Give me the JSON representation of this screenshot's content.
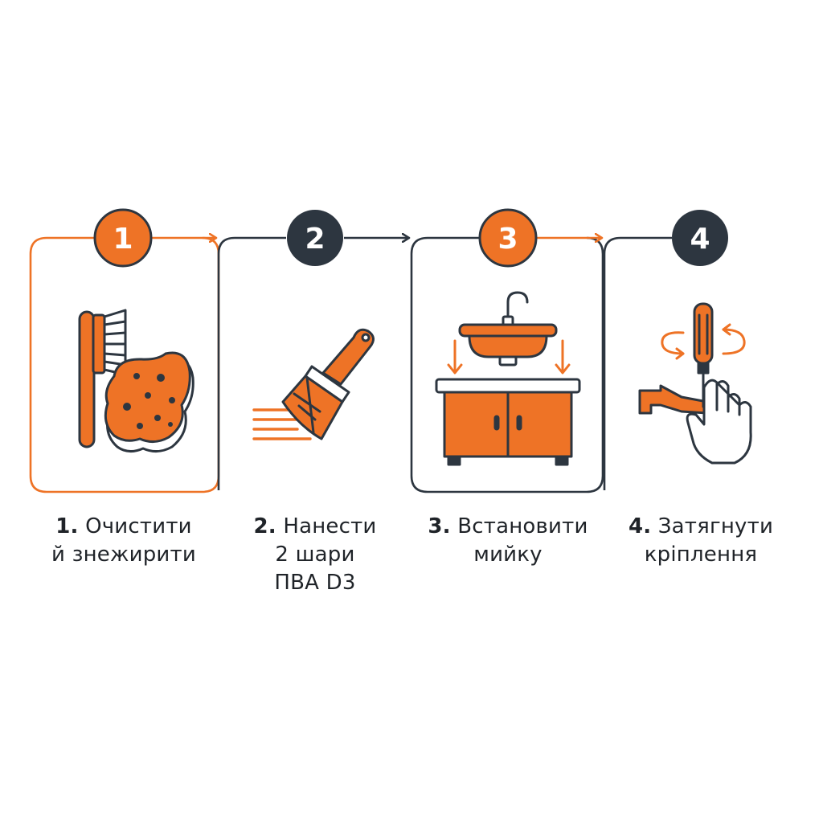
{
  "colors": {
    "accent": "#ee7326",
    "dark": "#2d3640",
    "text": "#1f2328",
    "background": "#ffffff"
  },
  "steps": [
    {
      "number": "1",
      "caption_number": "1.",
      "caption_lines": [
        "Очистити",
        "й знежирити"
      ],
      "icons": [
        "brush-icon",
        "sponge-icon"
      ],
      "highlighted": true
    },
    {
      "number": "2",
      "caption_number": "2.",
      "caption_lines": [
        "Нанести",
        "2 шари",
        "ПВА D3"
      ],
      "icons": [
        "paintbrush-icon"
      ],
      "highlighted": false
    },
    {
      "number": "3",
      "caption_number": "3.",
      "caption_lines": [
        "Встановити",
        "мийку"
      ],
      "icons": [
        "sink-icon",
        "cabinet-icon"
      ],
      "highlighted": true
    },
    {
      "number": "4",
      "caption_number": "4.",
      "caption_lines": [
        "Затягнути",
        "кріплення"
      ],
      "icons": [
        "screwdriver-icon",
        "hand-icon"
      ],
      "highlighted": false
    }
  ]
}
